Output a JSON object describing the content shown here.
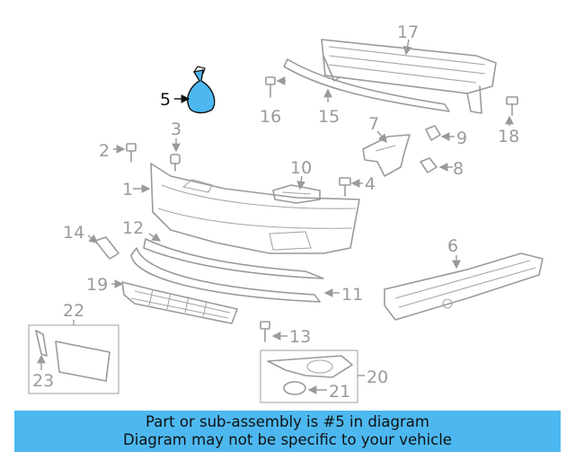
{
  "callouts": {
    "c1": "1",
    "c2": "2",
    "c3": "3",
    "c4": "4",
    "c5": "5",
    "c6": "6",
    "c7": "7",
    "c8": "8",
    "c9": "9",
    "c10": "10",
    "c11": "11",
    "c12": "12",
    "c13": "13",
    "c14": "14",
    "c15": "15",
    "c16": "16",
    "c17": "17",
    "c18": "18",
    "c19": "19",
    "c20": "20",
    "c21": "21",
    "c22": "22",
    "c23": "23"
  },
  "highlight": {
    "part": "5",
    "color": "#4db8f0"
  },
  "banner": {
    "line1": "Part or sub-assembly is #5 in diagram",
    "line2": "Diagram may not be specific to your vehicle",
    "background": "#4db8f0"
  }
}
